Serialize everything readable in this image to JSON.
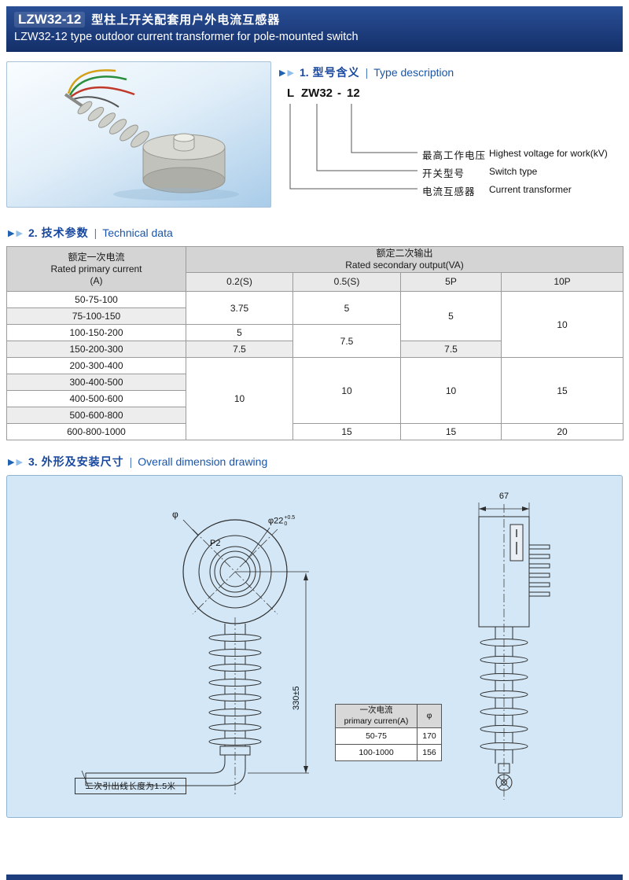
{
  "colors": {
    "header_bar": "#1d3d7d",
    "accent": "#1a55a8",
    "draw_bg": "#d3e7f6",
    "table_header": "#d4d4d4"
  },
  "icons": {
    "section_arrow": "▶"
  },
  "header": {
    "model": "LZW32-12",
    "title_zh": "型柱上开关配套用户外电流互感器",
    "subtitle_en": "LZW32-12 type outdoor current transformer for pole-mounted switch"
  },
  "section1": {
    "num": "1.",
    "title_zh": "型号含义",
    "divider": "|",
    "title_en": "Type description"
  },
  "section2": {
    "num": "2.",
    "title_zh": "技术参数",
    "divider": "|",
    "title_en": "Technical data"
  },
  "section3": {
    "num": "3.",
    "title_zh": "外形及安装尺寸",
    "divider": "|",
    "title_en": "Overall dimension drawing"
  },
  "type_code": {
    "part1": "L",
    "part2": "ZW32",
    "dash": "-",
    "part3": "12"
  },
  "type_rows": [
    {
      "zh": "最高工作电压",
      "en": "Highest voltage for work(kV)"
    },
    {
      "zh": "开关型号",
      "en": "Switch type"
    },
    {
      "zh": "电流互感器",
      "en": "Current transformer"
    }
  ],
  "tech_table": {
    "primary_header": {
      "zh": "额定一次电流",
      "en": "Rated primary current",
      "unit": "(A)"
    },
    "secondary_header": {
      "zh": "额定二次输出",
      "en": "Rated secondary output(VA)"
    },
    "columns": [
      "0.2(S)",
      "0.5(S)",
      "5P",
      "10P"
    ],
    "primary_rows": [
      "50-75-100",
      "75-100-150",
      "100-150-200",
      "150-200-300",
      "200-300-400",
      "300-400-500",
      "400-500-600",
      "500-600-800",
      "600-800-1000"
    ],
    "cells": {
      "s02_a": "3.75",
      "s02_b": "5",
      "s02_c": "7.5",
      "s02_d": "10",
      "s05_a": "5",
      "s05_b": "7.5",
      "s05_c": "10",
      "s05_d": "15",
      "p5_a": "5",
      "p5_b": "7.5",
      "p5_c": "10",
      "p5_d": "15",
      "p10_a": "10",
      "p10_b": "15",
      "p10_c": "20"
    }
  },
  "drawing": {
    "phi_label": "φ",
    "p2_label": "P2",
    "bore_dim": {
      "prefix": "φ22",
      "tol_plus": "+0.5",
      "tol_minus": "0"
    },
    "height_dim": "330±5",
    "width_dim": "67",
    "note": "二次引出线长度为1.5米",
    "dim_table": {
      "header_zh": "一次电流",
      "header_en": "primary curren(A)",
      "phi": "φ",
      "rows": [
        {
          "current": "50-75",
          "phi": "170"
        },
        {
          "current": "100-1000",
          "phi": "156"
        }
      ]
    }
  }
}
